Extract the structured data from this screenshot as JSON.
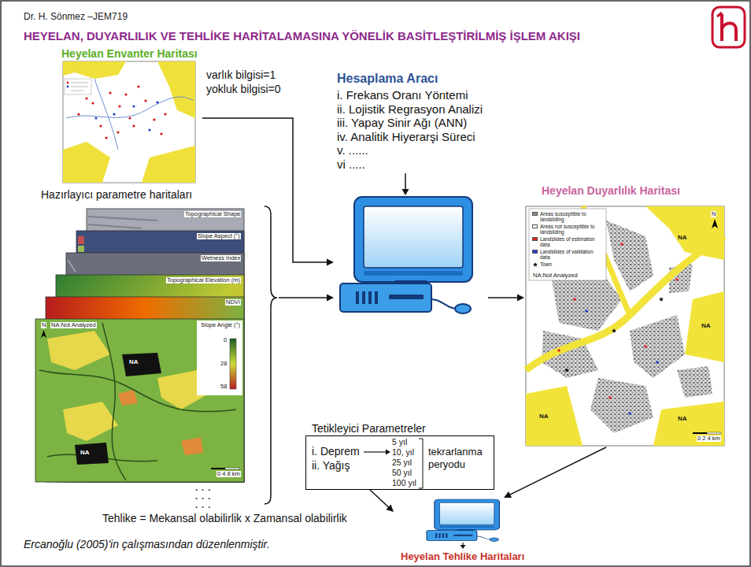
{
  "diagram": {
    "title": "HEYELAN, DUYARLILIK VE TEHLİKE HARİTALAMASINA YÖNELİK BASİTLEŞTİRİLMİŞ İŞLEM AKIŞI",
    "caption": "Ercanoğlu (2005)'in çalışmasından düzenlenmiştir.",
    "nodes": [
      {
        "text": [
          "Heyelan Envanter Haritası"
        ]
      },
      {
        "text": [
          "Hazırlayıcı parametre haritaları"
        ]
      },
      {
        "text": [
          "Hesaplama Aracı",
          "i. Frekans Oranı Yöntemi",
          "ii. Lojistik Regrasyon Analizi",
          "iii. Yapay Sinir Ağı (ANN)",
          "iv. Analitik Hiyerarşi Süreci",
          "v. ......",
          "vi ....."
        ]
      },
      {
        "text": [
          "Heyelan Duyarlılık Haritası"
        ]
      },
      {
        "text": [
          "Tetikleyici Parametreler",
          "i. Deprem",
          "ii. Yağış",
          "5 yıl",
          "10, yıl",
          "25 yıl",
          "50 yıl",
          "100 yıl",
          "tekrarlanma peryodu"
        ]
      },
      {
        "text": [
          "Heyelan Tehlike Haritaları"
        ]
      }
    ],
    "edges": [
      {
        "from": 0,
        "to": 2,
        "arrow": "to"
      },
      {
        "from": 1,
        "to": 2,
        "arrow": "to"
      },
      {
        "from": 2,
        "to": 3,
        "arrow": "to"
      },
      {
        "from": 3,
        "to": 5,
        "arrow": "to"
      },
      {
        "from": 4,
        "to": 5,
        "arrow": "to"
      }
    ],
    "labels": [
      "Dr. H. Sönmez –JEM719",
      "varlık bilgisi=1",
      "yokluk bilgisi=0",
      "Topographical Shape",
      "Slope Aspect (°)",
      "Wetness Index",
      "Topographical Elevation (m)",
      "NDVI",
      "Slope Angle (°)",
      "N",
      "NA:Not Analyzed",
      "NA",
      "NA",
      "0",
      "28",
      "58",
      "0 4 8 km",
      ". . .",
      ". . .",
      ". . .",
      "Tehlike = Mekansal olabilirlik x Zamansal olabilirlik",
      "N",
      "NA:Not Analyzed",
      "NA",
      "NA",
      "NA",
      "NA",
      "0 2 4 km"
    ],
    "legend": [
      {
        "text": "Areas susceptible to landsliding",
        "color": "#8c8c8c"
      },
      {
        "text": "Areas not susceptible to landsliding",
        "color": "#ffffff"
      },
      {
        "text": "Landslides of estimation data",
        "color": "#e02020"
      },
      {
        "text": "Landslides of validation data",
        "color": "#2040d0"
      },
      {
        "text": "Town"
      }
    ]
  }
}
